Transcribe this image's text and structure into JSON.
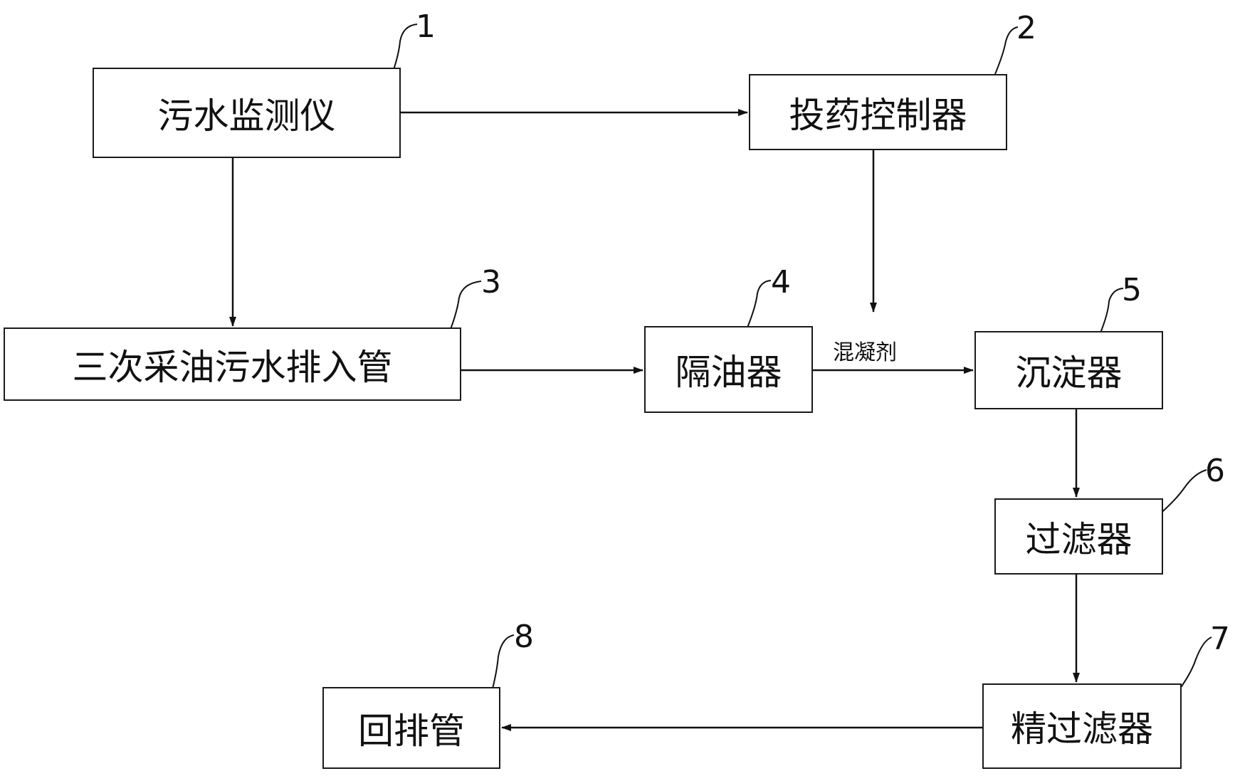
{
  "nodes": [
    {
      "id": "n1",
      "number": "1",
      "label": "污水监测仪"
    },
    {
      "id": "n2",
      "number": "2",
      "label": "投药控制器"
    },
    {
      "id": "n3",
      "number": "3",
      "label": "三次采油污水排入管"
    },
    {
      "id": "n4",
      "number": "4",
      "label": "隔油器"
    },
    {
      "id": "n5",
      "number": "5",
      "label": "沉淀器"
    },
    {
      "id": "n6",
      "number": "6",
      "label": "过滤器"
    },
    {
      "id": "n7",
      "number": "7",
      "label": "精过滤器"
    },
    {
      "id": "n8",
      "number": "8",
      "label": "回排管"
    }
  ],
  "edges": [
    {
      "from": "n1",
      "to": "n2"
    },
    {
      "from": "n1",
      "to": "n3"
    },
    {
      "from": "n2",
      "to": "n4-n5-line",
      "label": "混凝剂"
    },
    {
      "from": "n3",
      "to": "n4"
    },
    {
      "from": "n4",
      "to": "n5"
    },
    {
      "from": "n5",
      "to": "n6"
    },
    {
      "from": "n6",
      "to": "n7"
    },
    {
      "from": "n7",
      "to": "n8"
    }
  ]
}
